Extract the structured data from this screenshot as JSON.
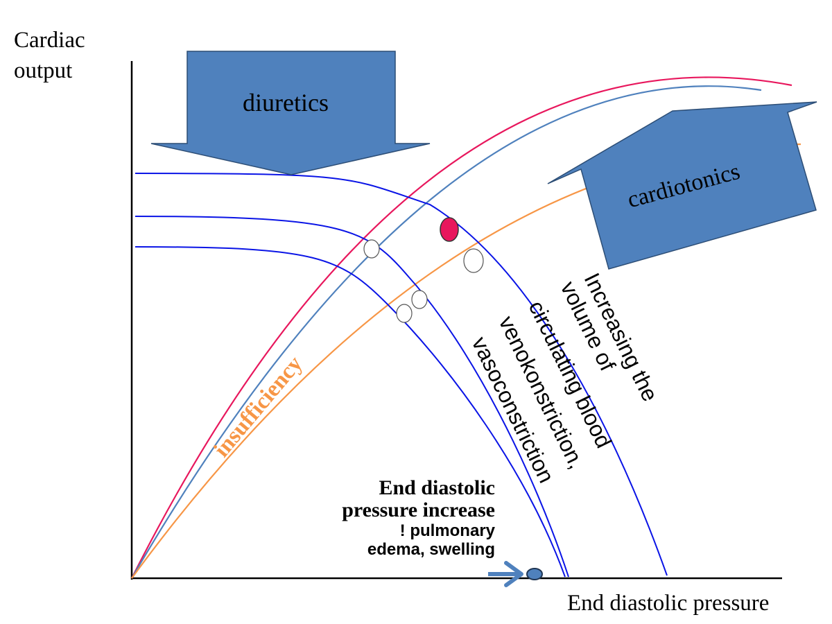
{
  "axes": {
    "y_label_line1": "Cardiac",
    "y_label_line2": "output",
    "x_label": "End diastolic pressure"
  },
  "arrows": {
    "diuretics": "diuretics",
    "cardiotonics": "cardiotonics"
  },
  "curve_labels": {
    "insufficiency": "insufficiency",
    "volume_line1": "Increasing the",
    "volume_line2": "volume of",
    "volume_line3": "circulating blood",
    "veno_line1": "venokonstriction,",
    "veno_line2": "vasoconstriction"
  },
  "annotation": {
    "line1": "End diastolic",
    "line2": "pressure increase",
    "line3": "! pulmonary",
    "line4": "edema, swelling"
  },
  "colors": {
    "axis": "#000000",
    "cardiac_curve_high": "#e8175d",
    "cardiac_curve_normal": "#4f81bd",
    "cardiac_curve_insufficiency": "#f79646",
    "venous_curves": "#0a14e6",
    "arrow_fill": "#4f81bd",
    "arrow_stroke": "#2c4d75",
    "equilibrium_point": "#e8175d",
    "intersection_point": "#ffffff"
  }
}
